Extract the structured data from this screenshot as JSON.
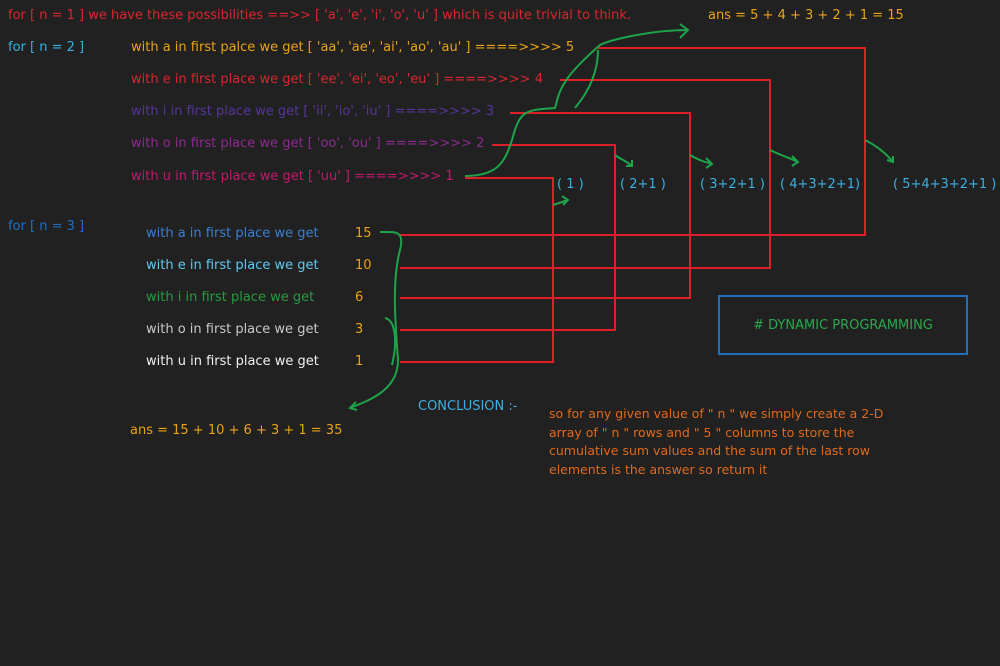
{
  "n1": {
    "text": "for [ n = 1 ] we have these possibilities ==>> [ 'a', 'e', 'i', 'o', 'u' ] which is quite trivial to think."
  },
  "ans2": "ans = 5 + 4 + 3 + 2 + 1 = 15",
  "n2": {
    "label": "for [ n = 2 ]",
    "rows": [
      {
        "text": "with a in first palce we get   [ 'aa', 'ae', 'ai', 'ao', 'au' ]   ====>>>>  5"
      },
      {
        "text": "with e in first place we get [ 'ee', 'ei', 'eo', 'eu' ]   ====>>>>  4"
      },
      {
        "text": "with i in first place we get [ 'ii', 'io', 'iu' ]   ====>>>>  3"
      },
      {
        "text": "with o in first place we get [ 'oo', 'ou' ]  ====>>>>  2"
      },
      {
        "text": "with u in first place we get [ 'uu' ]  ====>>>>  1"
      }
    ]
  },
  "sums": [
    "( 1 )",
    "( 2+1 )",
    "( 3+2+1 )",
    "( 4+3+2+1)",
    "( 5+4+3+2+1 )"
  ],
  "n3": {
    "label": "for [ n = 3 ]",
    "rows": [
      {
        "text": "with a in first place we get",
        "value": "15"
      },
      {
        "text": "with e in first place we get",
        "value": "10"
      },
      {
        "text": "with i in first place we get",
        "value": "6"
      },
      {
        "text": "with o in first place we get",
        "value": "3"
      },
      {
        "text": "with u in first place we get",
        "value": "1"
      }
    ]
  },
  "ans3": "ans = 15 + 10 + 6 + 3 + 1 = 35",
  "box": "# DYNAMIC PROGRAMMING",
  "conclusion": {
    "title": "CONCLUSION :-",
    "text": "so for any given value of \" n \" we simply create a 2-D array of \" n \" rows and \" 5 \" columns to store the cumulative sum values and the sum of the last row elements is the answer so return it"
  }
}
